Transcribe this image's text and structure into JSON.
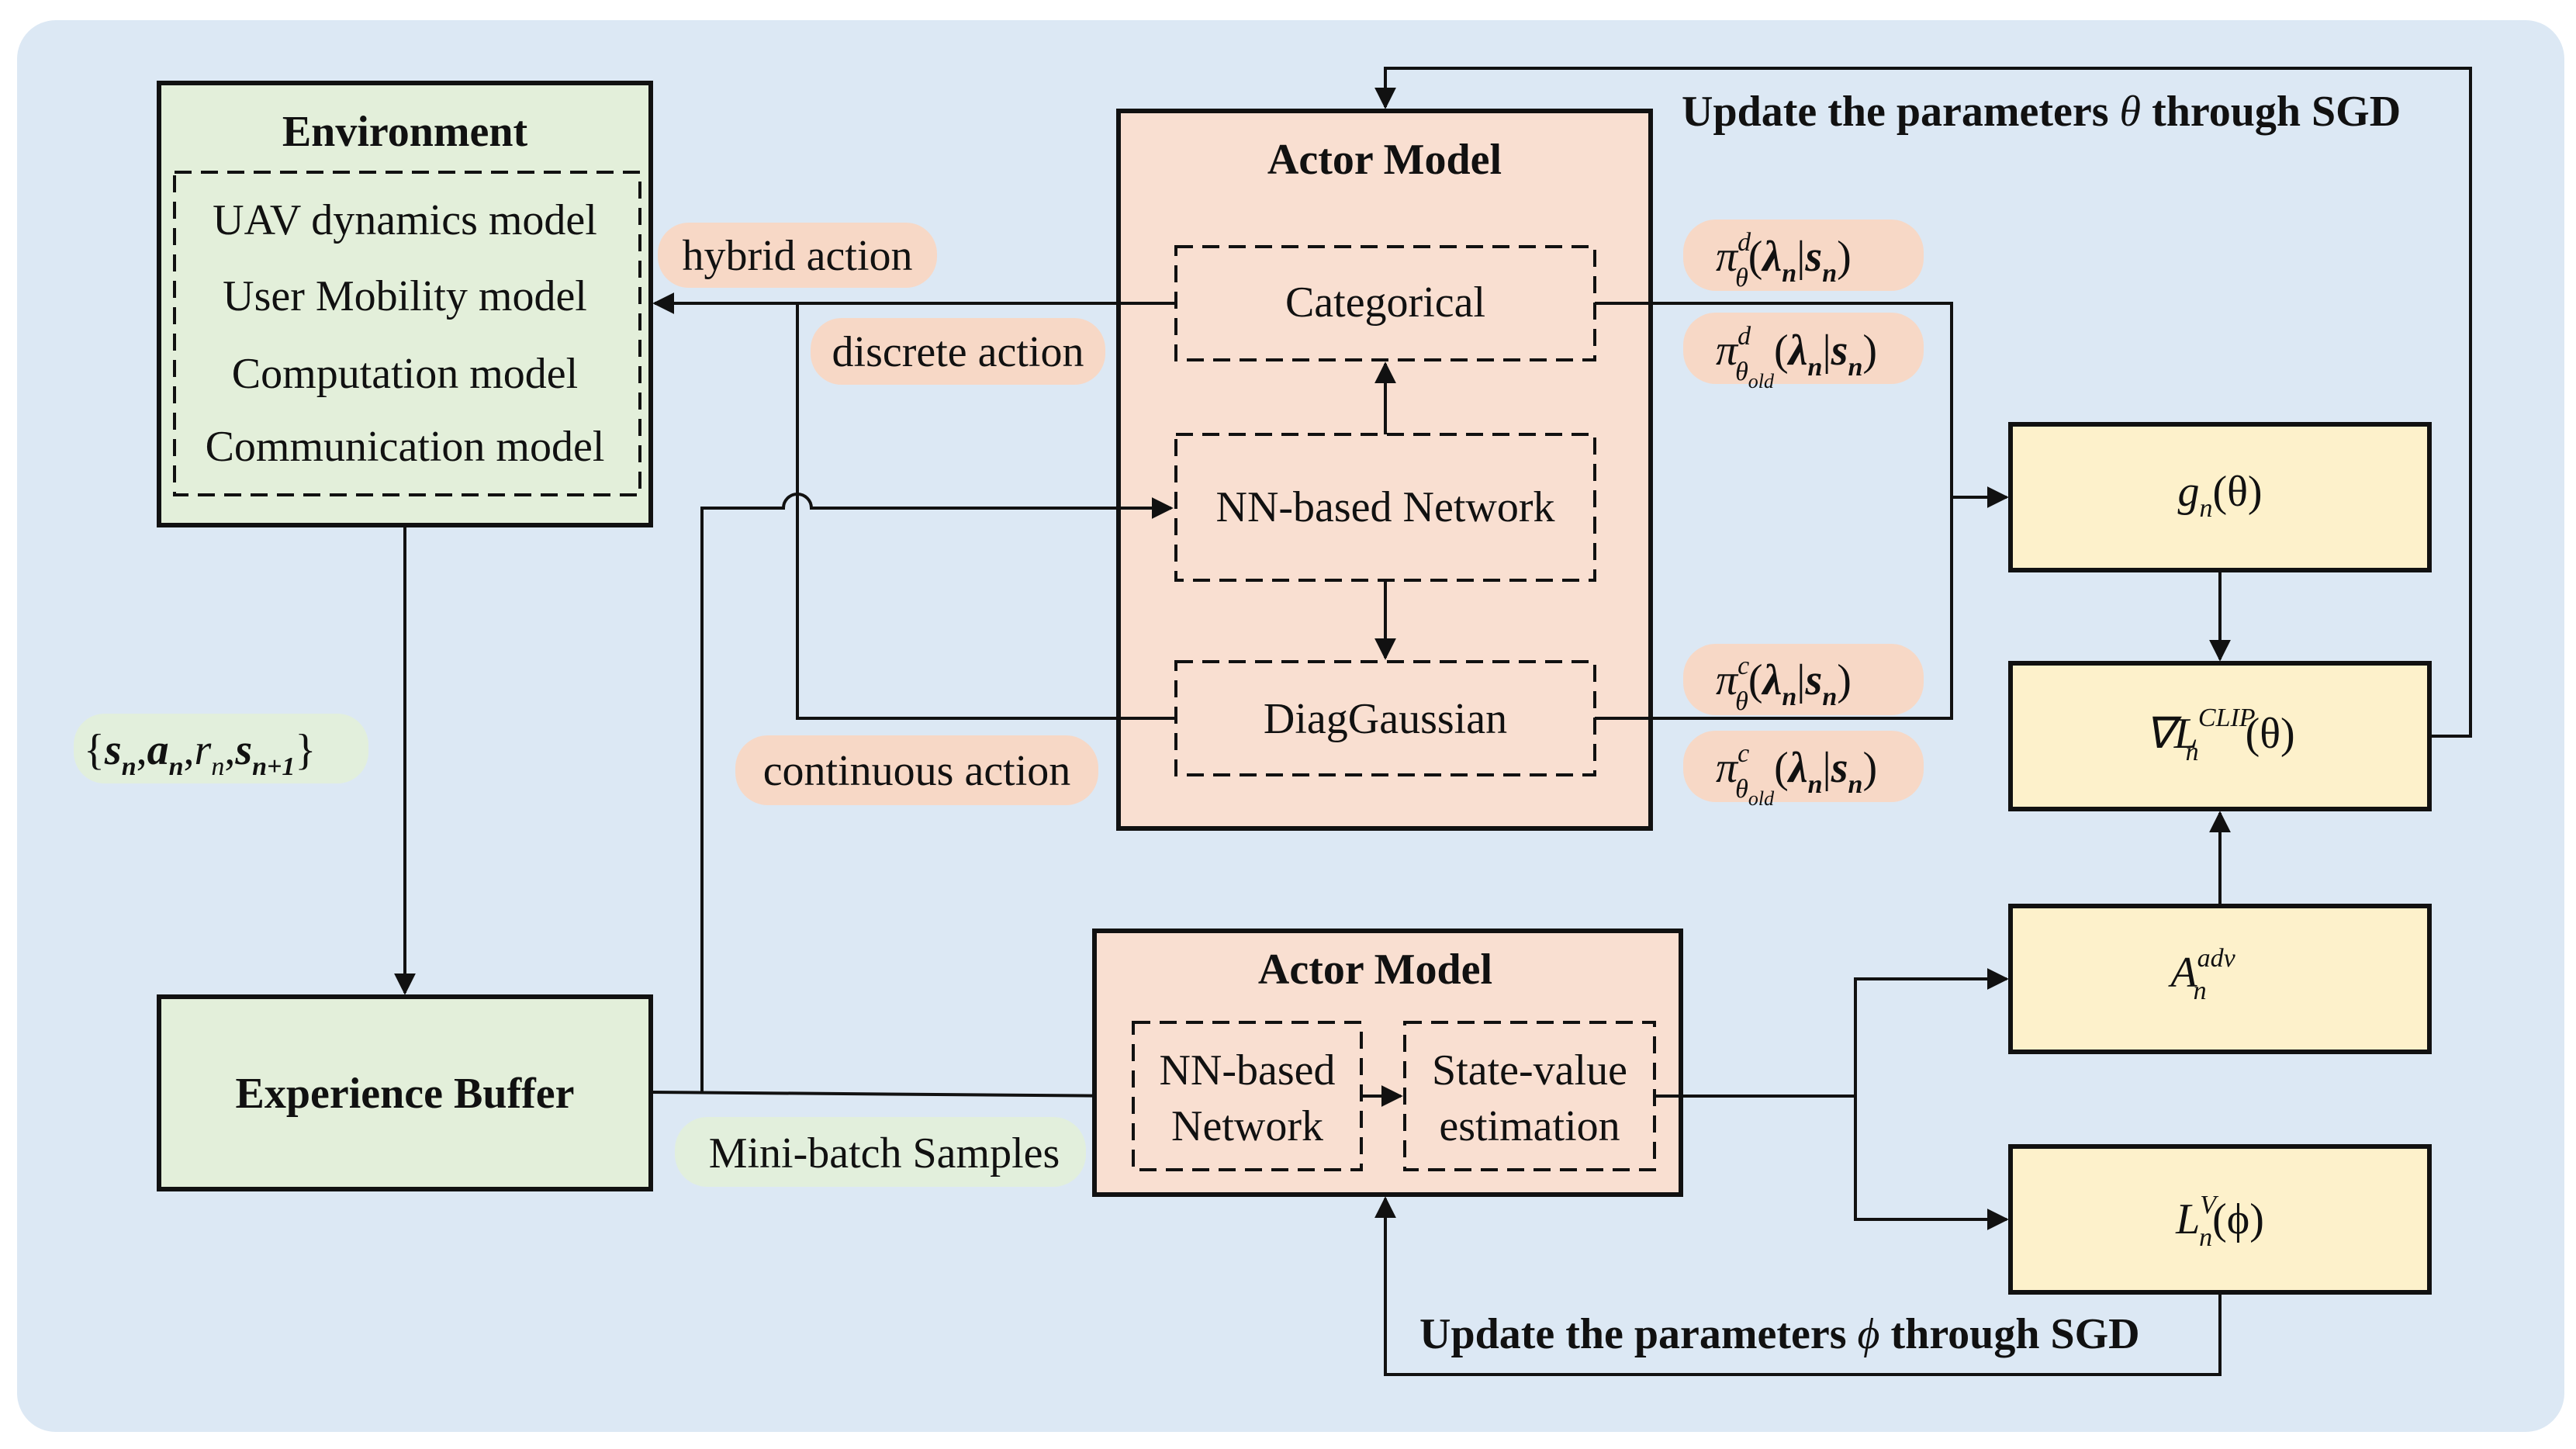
{
  "colors": {
    "canvas_bg": "#dce8f4",
    "green_fill": "#e3efda",
    "salmon_fill": "#f9dfd1",
    "yellow_fill": "#fdf1cb",
    "pill_salmon": "#f7d8c6",
    "pill_green": "#e2efdc",
    "stroke": "#111111"
  },
  "environment": {
    "title": "Environment",
    "models": [
      "UAV dynamics model",
      "User Mobility model",
      "Computation model",
      "Communication model"
    ]
  },
  "experience_buffer": {
    "title": "Experience Buffer"
  },
  "transition_label": "{s_n, a_n, r_n, s_n+1}",
  "actor_top": {
    "title": "Actor Model",
    "categorical": "Categorical",
    "nn_network": "NN-based Network",
    "diag_gaussian": "DiagGaussian"
  },
  "actor_bottom": {
    "title": "Actor Model",
    "nn_line1": "NN-based",
    "nn_line2": "Network",
    "sv_line1": "State-value",
    "sv_line2": "estimation"
  },
  "action_labels": {
    "hybrid": "hybrid action",
    "discrete": "discrete action",
    "continuous": "continuous action",
    "mini_batch": "Mini-batch Samples"
  },
  "update_labels": {
    "theta_prefix": "Update the parameters ",
    "theta_symbol": "θ",
    "theta_suffix": " through SGD",
    "phi_prefix": "Update the parameters ",
    "phi_symbol": "ϕ",
    "phi_suffix": " through SGD"
  },
  "policy_labels": {
    "pi": "π",
    "d": "d",
    "c": "c",
    "theta": "θ",
    "theta_old": "θ",
    "old": "old",
    "lambda": "λ",
    "n": "n",
    "s": "s"
  },
  "right_boxes": {
    "g_main": "g",
    "g_arg": "(θ)",
    "grad_main": "∇L",
    "grad_sup": "CLIP",
    "grad_arg": "(θ)",
    "adv_main": "A",
    "adv_sup": "adv",
    "lv_main": "L",
    "lv_sup": "V",
    "lv_arg": "(ϕ)",
    "sub_n": "n"
  }
}
